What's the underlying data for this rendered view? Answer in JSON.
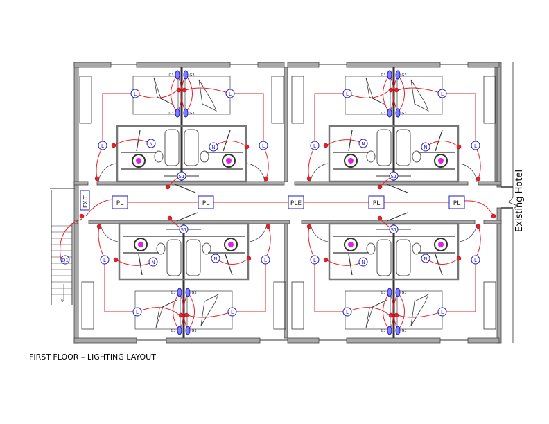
{
  "drawing": {
    "title": "FIRST FLOOR – LIGHTING LAYOUT",
    "adjacent_building_label": "Existing Hotel",
    "exit_sign_label": "EXIT",
    "stair_riser_count": "9"
  },
  "symbols": {
    "luminaire": "L",
    "night_light": "N",
    "switch": "S1",
    "bedhead_light": "G3",
    "stair_light": "Q1",
    "corridor_lights": [
      "PL",
      "PL",
      "PLE",
      "PL",
      "PL"
    ]
  },
  "colors": {
    "wall": "#9a9a9a",
    "linework": "#333333",
    "wiring": "#e8202a",
    "fixture": "#1c1ccc",
    "bathroom_fixture": "#e020e0"
  }
}
